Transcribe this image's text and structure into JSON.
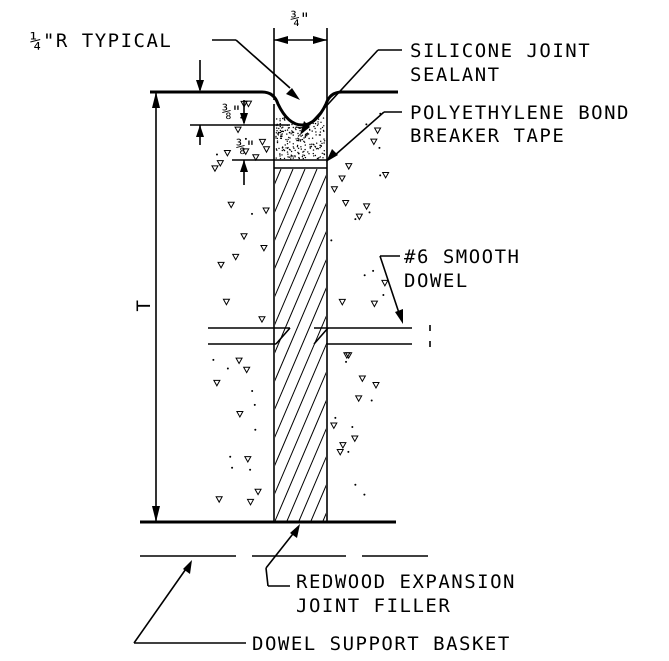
{
  "labels": {
    "radius": "¼\"R TYPICAL",
    "width": "¾\"",
    "depth_top": "⅜\"",
    "depth_tape": "⅜\"",
    "sealant_line1": "SILICONE JOINT",
    "sealant_line2": "SEALANT",
    "tape_line1": "POLYETHYLENE BOND",
    "tape_line2": "BREAKER TAPE",
    "dowel_line1": "#6 SMOOTH",
    "dowel_line2": "DOWEL",
    "thickness": "T",
    "filler_line1": "REDWOOD EXPANSION",
    "filler_line2": "JOINT FILLER",
    "basket": "DOWEL SUPPORT BASKET"
  },
  "colors": {
    "line": "#000000",
    "background": "#ffffff"
  }
}
